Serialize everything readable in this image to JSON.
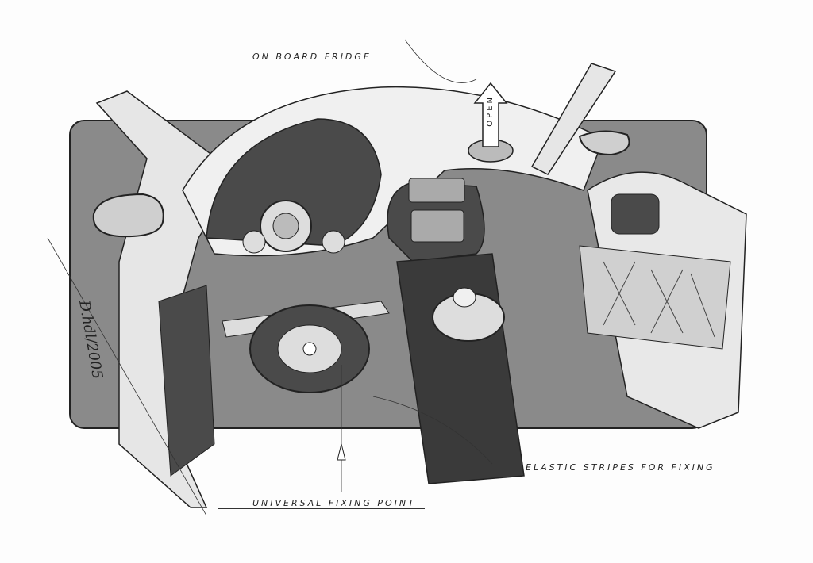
{
  "labels": {
    "fridge": "ON BOARD FRIDGE",
    "elastic": "ELASTIC STRIPES FOR FIXING",
    "universal": "UNIVERSAL FIXING POINT",
    "open_arrow": "OPEN"
  },
  "signature": "D.hdl/2005",
  "colors": {
    "panel": "#8a8a8a",
    "dark": "#4a4a4a",
    "line": "#222222",
    "paper": "#fdfdfd"
  }
}
